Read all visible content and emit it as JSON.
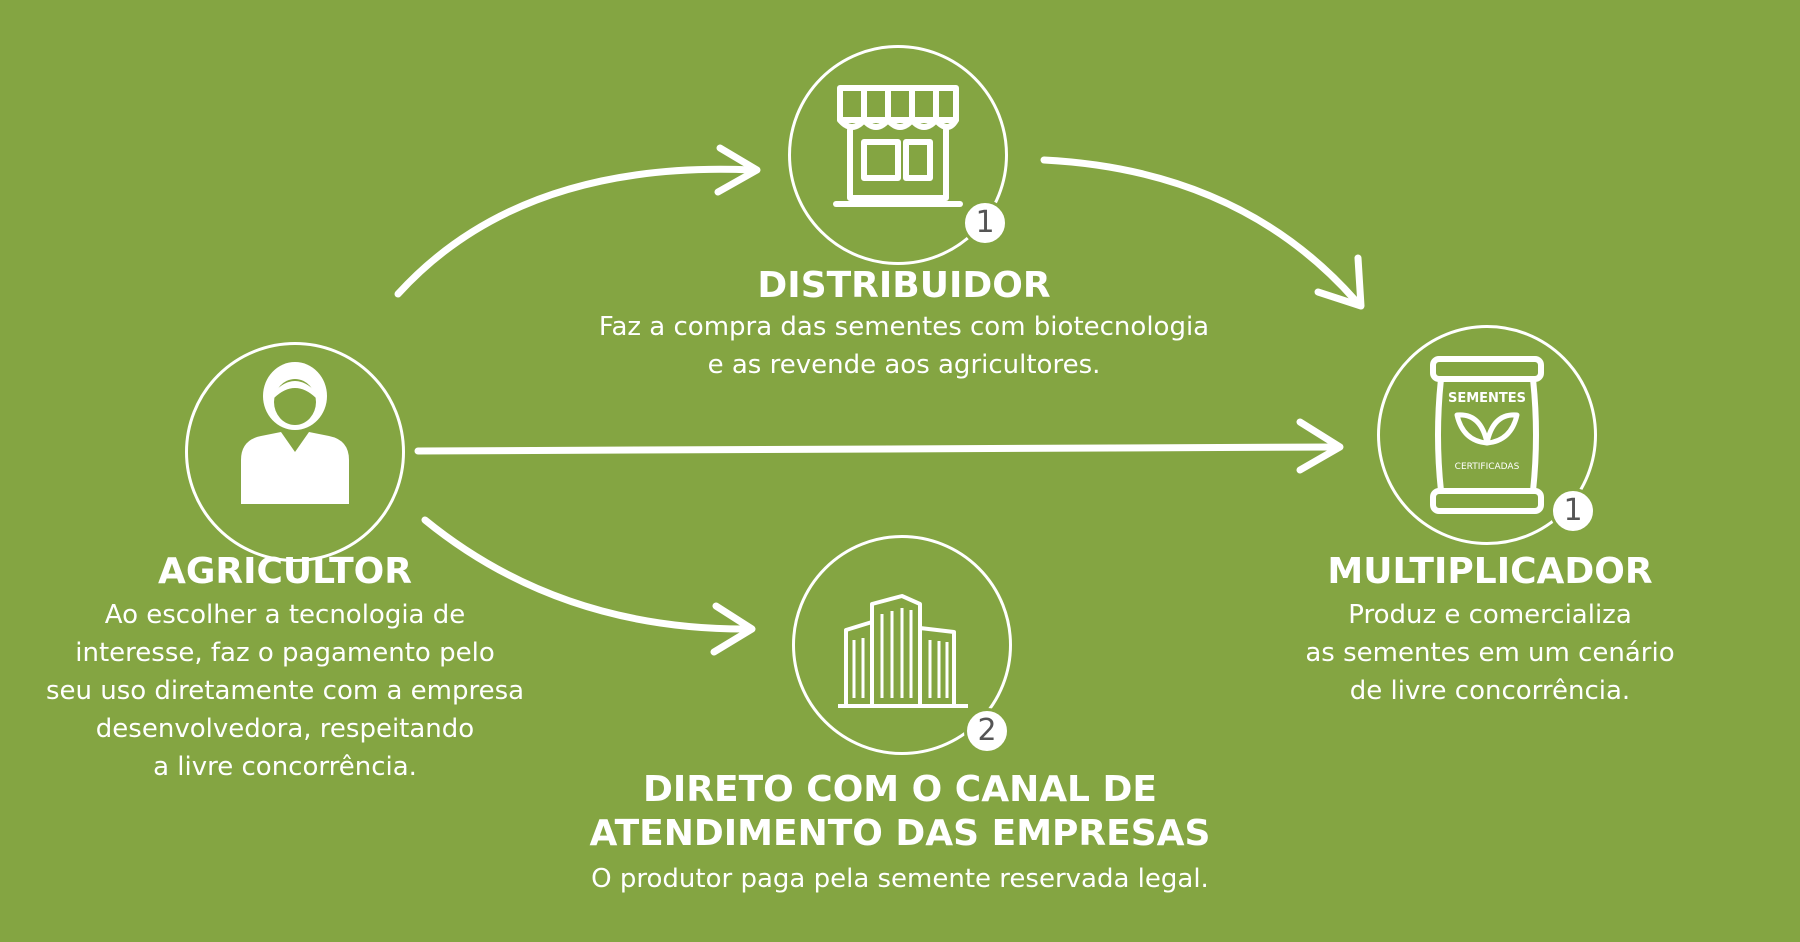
{
  "colors": {
    "background": "#84a542",
    "foreground": "#ffffff",
    "badge_text": "#555555"
  },
  "nodes": {
    "distribuidor": {
      "icon": "store-icon",
      "badge": "1",
      "title": "DISTRIBUIDOR",
      "description": [
        "Faz a compra das sementes com biotecnologia",
        "e as revende aos agricultores."
      ]
    },
    "agricultor": {
      "icon": "farmer-icon",
      "title": "AGRICULTOR",
      "description": [
        "Ao escolher a tecnologia de",
        "interesse, faz o pagamento pelo",
        "seu uso diretamente com a empresa",
        "desenvolvedora, respeitando",
        "a livre concorrência."
      ]
    },
    "multiplicador": {
      "icon": "seed-bag-icon",
      "badge": "1",
      "icon_text_top": "SEMENTES",
      "icon_text_bottom": "CERTIFICADAS",
      "title": "MULTIPLICADOR",
      "description": [
        "Produz e comercializa",
        "as sementes em um cenário",
        "de livre concorrência."
      ]
    },
    "direto": {
      "icon": "buildings-icon",
      "badge": "2",
      "title_lines": [
        "DIRETO COM O CANAL DE",
        "ATENDIMENTO DAS EMPRESAS"
      ],
      "description": [
        "O produtor paga pela semente reservada legal."
      ]
    }
  }
}
